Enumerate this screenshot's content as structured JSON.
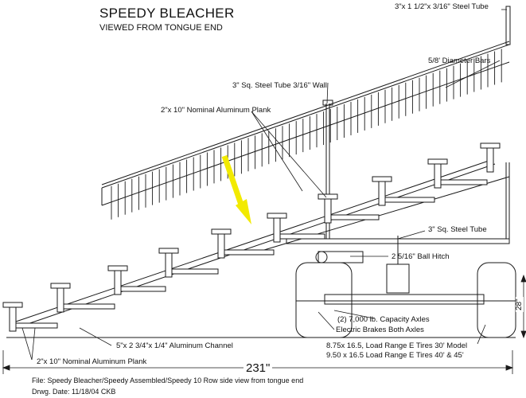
{
  "title": "SPEEDY BLEACHER",
  "subtitle": "VIEWED FROM TONGUE END",
  "callouts": {
    "top_rail": "3\"x 1 1/2\"x 3/16\" Steel Tube",
    "bars": "5/8' Diameter Bars",
    "post": "3\" Sq. Steel Tube 3/16\" Wall",
    "plank_upper": "2\"x 10\" Nominal Aluminum Plank",
    "frame_tube": "3\" Sq. Steel Tube",
    "hitch": "2 5/16\" Ball Hitch",
    "axles": "(2) 7,000 lb. Capacity Axles",
    "brakes": "Electric Brakes Both Axles",
    "tires_30": "8.75x 16.5, Load Range E Tires 30' Model",
    "tires_40": "9.50 x 16.5 Load Range E Tires 40' & 45'",
    "channel": "5\"x 2 3/4\"x 1/4\" Aluminum Channel",
    "plank_lower": "2\"x 10\" Nominal Aluminum Plank"
  },
  "dimensions": {
    "width": "231\"",
    "height": "28\""
  },
  "footer": {
    "file": "File: Speedy Bleacher/Speedy Assembled/Speedy 10 Row side view from tongue end",
    "date": "Drwg. Date: 11/18/04 CKB"
  },
  "colors": {
    "line": "#1a1a1a",
    "highlight_arrow": "#f2ea00"
  }
}
